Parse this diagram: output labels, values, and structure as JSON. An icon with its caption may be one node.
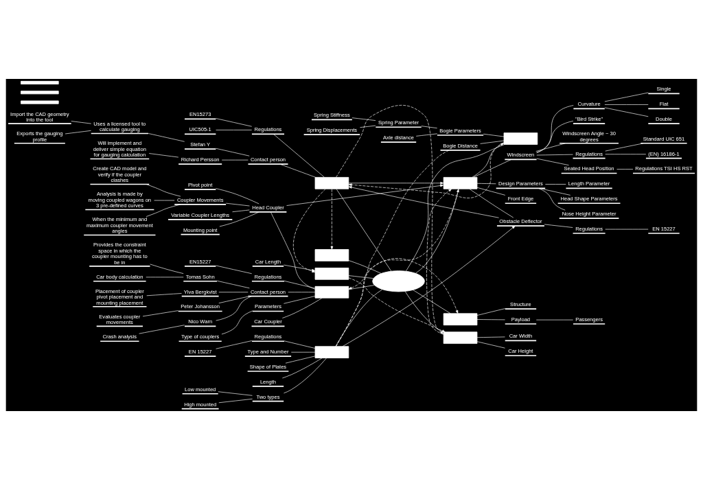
{
  "diagram": {
    "nodes": [
      {
        "text": [
          "Will implement and deliver simple equation for gauging calculation"
        ]
      },
      {
        "text": [
          "Richard Persson"
        ]
      },
      {
        "text": [
          "Import the CAD geometry into the tool"
        ]
      },
      {
        "text": [
          "Exports the gauging profile"
        ]
      },
      {
        "text": [
          "Uses a licensed tool to calculate gauging"
        ]
      },
      {
        "text": [
          "Stefan Y"
        ]
      },
      {
        "text": [
          "Contact person"
        ]
      },
      {
        "text": [
          "EN15273"
        ]
      },
      {
        "text": [
          "UIC505-1"
        ]
      },
      {
        "text": [
          "Regulations"
        ]
      },
      {
        "text": [
          "Car Length"
        ]
      },
      {
        "text": [],
        "shape": "box"
      },
      {
        "text": [],
        "shape": "box"
      },
      {
        "text": [],
        "shape": "box"
      },
      {
        "text": [],
        "shape": "box"
      },
      {
        "text": [
          "Car Width"
        ]
      },
      {
        "text": [
          "Car Height"
        ]
      },
      {
        "text": [],
        "shape": "box"
      },
      {
        "text": [
          "Payload"
        ]
      },
      {
        "text": [
          "Passengers"
        ]
      },
      {
        "text": [
          "Structure"
        ]
      },
      {
        "text": [
          "Axle distance"
        ]
      },
      {
        "text": [
          "Spring Stiffness"
        ]
      },
      {
        "text": [
          "Spring Displacements"
        ]
      },
      {
        "text": [
          "Spring Parameter"
        ]
      },
      {
        "text": [
          "Bogie Parameters"
        ]
      },
      {
        "text": [
          "Bogie Distance"
        ]
      },
      {
        "text": [],
        "shape": "box"
      },
      {
        "text": [
          "Low mounted"
        ]
      },
      {
        "text": [
          "High mounted"
        ]
      },
      {
        "text": [
          "Two types"
        ]
      },
      {
        "text": [
          "Type and Number"
        ]
      },
      {
        "text": [
          "Shape of Plates"
        ]
      },
      {
        "text": [
          "Length"
        ]
      },
      {
        "text": [
          "EN 15227"
        ]
      },
      {
        "text": [
          "Regulations"
        ]
      },
      {
        "text": [],
        "shape": "box"
      },
      {
        "text": [],
        "shape": "bar"
      },
      {
        "text": [],
        "shape": "ellipse"
      },
      {
        "text": [],
        "shape": "box"
      },
      {
        "text": [
          "Windscreen"
        ]
      },
      {
        "text": [
          "Curvature"
        ]
      },
      {
        "text": [
          "Double"
        ]
      },
      {
        "text": [
          "Single"
        ]
      },
      {
        "text": [
          "Flat"
        ]
      },
      {
        "text": [
          "\"Bird Strike\""
        ]
      },
      {
        "text": [
          "Windscreen Angle ~ 30 degrees"
        ]
      },
      {
        "text": [
          "Regulations"
        ]
      },
      {
        "text": [
          "Standard UIC 651"
        ]
      },
      {
        "text": [
          "(EN) 16186-1"
        ]
      },
      {
        "text": [
          "Seated Head Position"
        ]
      },
      {
        "text": [
          "Regulations TSI HS RST"
        ]
      },
      {
        "text": [
          "Type of couplers"
        ]
      },
      {
        "text": [
          "Parameters"
        ]
      },
      {
        "text": [
          "Car Coupler"
        ]
      },
      {
        "text": [
          "Analysis is made by moving coupled wagons on 3 pre-defined curves"
        ]
      },
      {
        "text": [
          "When the minimum and maximum coupler movement angles"
        ]
      },
      {
        "text": [
          "Create CAD model and verify if the coupler clashes"
        ]
      },
      {
        "text": [
          "Coupler Movements"
        ]
      },
      {
        "text": [
          "Variable Coupler Lengths"
        ]
      },
      {
        "text": [
          "Mounting point"
        ]
      },
      {
        "text": [
          "Pivot point"
        ]
      },
      {
        "text": [
          "Head Coupler"
        ]
      },
      {
        "text": [
          "EN15227"
        ]
      },
      {
        "text": [
          "Regulations"
        ]
      },
      {
        "text": [],
        "shape": "bar"
      },
      {
        "text": [],
        "shape": "box"
      },
      {
        "text": [
          "Design Parameters"
        ]
      },
      {
        "text": [
          "Nose Height Parameter"
        ]
      },
      {
        "text": [
          "Length Parameter"
        ]
      },
      {
        "text": [
          "Head Shape Parameters"
        ]
      },
      {
        "text": [],
        "shape": "bar"
      },
      {
        "text": [
          "Front Edge"
        ]
      },
      {
        "text": [
          "Obstacle Deflector"
        ]
      },
      {
        "text": [
          "Regulations"
        ]
      },
      {
        "text": [
          "EN 15227"
        ]
      },
      {
        "text": [
          "Placement of coupler pivot placement and mounting placement"
        ]
      },
      {
        "text": [
          "Ylva Bergkvist"
        ]
      },
      {
        "text": [
          "Evaluates coupler movements"
        ]
      },
      {
        "text": [
          "Peter Johansson"
        ]
      },
      {
        "text": [
          "Crash analysis"
        ]
      },
      {
        "text": [
          "Nico Warn"
        ]
      },
      {
        "text": [
          "Car body calculation"
        ]
      },
      {
        "text": [
          "Tomas Sohn"
        ]
      },
      {
        "text": [
          "Provides the constraint space in which the coupler mounting has to be in"
        ]
      },
      {
        "text": [
          "Contact person"
        ]
      }
    ],
    "edges": [
      {
        "from": 0,
        "to": 1,
        "arrow": "none"
      },
      {
        "from": 1,
        "to": 6,
        "arrow": "none"
      },
      {
        "from": 2,
        "to": 4,
        "arrow": "none"
      },
      {
        "from": 3,
        "to": 4,
        "arrow": "none"
      },
      {
        "from": 4,
        "to": 5,
        "arrow": "none"
      },
      {
        "from": 5,
        "to": 6,
        "arrow": "none"
      },
      {
        "from": 6,
        "to": 13,
        "arrow": "none"
      },
      {
        "from": 7,
        "to": 9,
        "arrow": "none"
      },
      {
        "from": 8,
        "to": 9,
        "arrow": "none"
      },
      {
        "from": 9,
        "to": 13,
        "arrow": "none"
      },
      {
        "from": 10,
        "to": 11,
        "arrow": "to"
      },
      {
        "from": 14,
        "to": 15,
        "arrow": "none"
      },
      {
        "from": 14,
        "to": 16,
        "arrow": "none"
      },
      {
        "from": 17,
        "to": 18,
        "arrow": "none"
      },
      {
        "from": 18,
        "to": 19,
        "arrow": "none"
      },
      {
        "from": 17,
        "to": 20,
        "arrow": "none"
      },
      {
        "from": 21,
        "to": 25,
        "arrow": "none"
      },
      {
        "from": 22,
        "to": 24,
        "arrow": "none"
      },
      {
        "from": 23,
        "to": 24,
        "arrow": "none"
      },
      {
        "from": 24,
        "to": 25,
        "arrow": "none"
      },
      {
        "from": 25,
        "to": 27,
        "arrow": "none"
      },
      {
        "from": 26,
        "to": 27,
        "arrow": "none"
      },
      {
        "from": 28,
        "to": 30,
        "arrow": "none"
      },
      {
        "from": 29,
        "to": 30,
        "arrow": "none"
      },
      {
        "from": 30,
        "to": 36,
        "arrow": "none"
      },
      {
        "from": 31,
        "to": 36,
        "arrow": "none"
      },
      {
        "from": 32,
        "to": 36,
        "arrow": "none"
      },
      {
        "from": 33,
        "to": 36,
        "arrow": "none"
      },
      {
        "from": 34,
        "to": 35,
        "arrow": "none"
      },
      {
        "from": 35,
        "to": 36,
        "arrow": "none"
      },
      {
        "from": 52,
        "to": 53,
        "arrow": "none"
      },
      {
        "from": 53,
        "to": 66,
        "arrow": "none"
      },
      {
        "from": 54,
        "to": 66,
        "arrow": "none"
      },
      {
        "from": 55,
        "to": 58,
        "arrow": "none"
      },
      {
        "from": 56,
        "to": 58,
        "arrow": "none"
      },
      {
        "from": 57,
        "to": 58,
        "arrow": "none"
      },
      {
        "from": 58,
        "to": 62,
        "arrow": "none"
      },
      {
        "from": 59,
        "to": 62,
        "arrow": "none"
      },
      {
        "from": 60,
        "to": 62,
        "arrow": "none"
      },
      {
        "from": 61,
        "to": 62,
        "arrow": "none"
      },
      {
        "from": 62,
        "to": 66,
        "arrow": "none"
      },
      {
        "from": 63,
        "to": 64,
        "arrow": "none"
      },
      {
        "from": 64,
        "to": 66,
        "arrow": "none"
      },
      {
        "from": 76,
        "to": 77,
        "arrow": "none"
      },
      {
        "from": 78,
        "to": 79,
        "arrow": "none"
      },
      {
        "from": 80,
        "to": 81,
        "arrow": "none"
      },
      {
        "from": 82,
        "to": 83,
        "arrow": "none"
      },
      {
        "from": 84,
        "to": 83,
        "arrow": "none"
      },
      {
        "from": 77,
        "to": 85,
        "arrow": "none"
      },
      {
        "from": 79,
        "to": 85,
        "arrow": "none"
      },
      {
        "from": 81,
        "to": 85,
        "arrow": "none"
      },
      {
        "from": 83,
        "to": 85,
        "arrow": "none"
      },
      {
        "from": 85,
        "to": 66,
        "arrow": "none"
      },
      {
        "from": 11,
        "to": 38,
        "arrow": "none"
      },
      {
        "from": 12,
        "to": 38,
        "arrow": "none"
      },
      {
        "from": 13,
        "to": 38,
        "arrow": "none"
      },
      {
        "from": 27,
        "to": 38,
        "arrow": "none"
      },
      {
        "from": 36,
        "to": 38,
        "arrow": "none"
      },
      {
        "from": 66,
        "to": 38,
        "arrow": "none"
      },
      {
        "from": 38,
        "to": 14,
        "arrow": "none"
      },
      {
        "from": 38,
        "to": 17,
        "arrow": "none"
      },
      {
        "from": 38,
        "to": 39,
        "arrow": "none"
      },
      {
        "from": 39,
        "to": 40,
        "arrow": "none"
      },
      {
        "from": 40,
        "to": 41,
        "arrow": "none"
      },
      {
        "from": 41,
        "to": 42,
        "arrow": "none"
      },
      {
        "from": 41,
        "to": 43,
        "arrow": "none"
      },
      {
        "from": 41,
        "to": 44,
        "arrow": "none"
      },
      {
        "from": 40,
        "to": 45,
        "arrow": "none"
      },
      {
        "from": 40,
        "to": 46,
        "arrow": "none"
      },
      {
        "from": 40,
        "to": 47,
        "arrow": "none"
      },
      {
        "from": 47,
        "to": 48,
        "arrow": "none"
      },
      {
        "from": 47,
        "to": 49,
        "arrow": "none"
      },
      {
        "from": 40,
        "to": 50,
        "arrow": "none"
      },
      {
        "from": 50,
        "to": 51,
        "arrow": "none"
      },
      {
        "from": 39,
        "to": 67,
        "arrow": "none"
      },
      {
        "from": 67,
        "to": 68,
        "arrow": "none"
      },
      {
        "from": 67,
        "to": 69,
        "arrow": "none"
      },
      {
        "from": 67,
        "to": 70,
        "arrow": "none"
      },
      {
        "from": 39,
        "to": 72,
        "arrow": "none"
      },
      {
        "from": 39,
        "to": 73,
        "arrow": "none"
      },
      {
        "from": 73,
        "to": 74,
        "arrow": "none"
      },
      {
        "from": 74,
        "to": 75,
        "arrow": "none"
      },
      {
        "from": 11,
        "to": 14,
        "arrow": "to",
        "style": "dashed"
      },
      {
        "from": 13,
        "to": 11,
        "arrow": "to",
        "style": "dashed"
      },
      {
        "from": 13,
        "to": 12,
        "arrow": "to",
        "style": "dashed"
      },
      {
        "from": 13,
        "to": 14,
        "arrow": "to",
        "style": "dashed"
      },
      {
        "from": 27,
        "to": 13,
        "arrow": "to",
        "style": "dashed"
      },
      {
        "from": 26,
        "to": 66,
        "arrow": "to",
        "style": "dashed"
      },
      {
        "from": 36,
        "to": 17,
        "arrow": "to",
        "style": "dashed"
      },
      {
        "from": 36,
        "to": 39,
        "arrow": "to",
        "style": "dashed"
      },
      {
        "from": 14,
        "to": 39,
        "arrow": "to",
        "style": "dashed"
      },
      {
        "from": 13,
        "to": 39,
        "arrow": "to"
      },
      {
        "from": 39,
        "to": 27,
        "arrow": "to"
      },
      {
        "from": 62,
        "to": 39,
        "arrow": "to"
      },
      {
        "from": 36,
        "to": 73,
        "arrow": "to"
      },
      {
        "from": 73,
        "to": 13,
        "arrow": "to"
      }
    ]
  }
}
